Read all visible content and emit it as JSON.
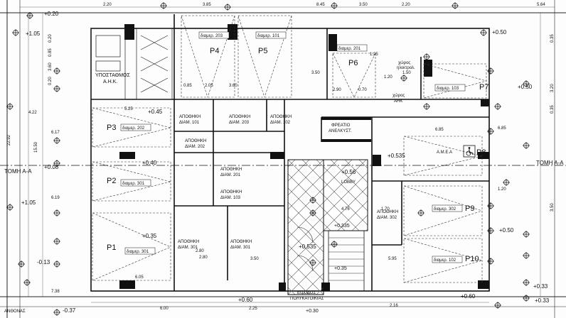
{
  "levels": {
    "top_left": "+0.20",
    "north_left": "+1.05",
    "p3_left": "+0.45",
    "p2_left": "+0.40",
    "left_a": "+0.08",
    "left_mid": "+1.05",
    "p1_left": "+0.35",
    "left_bottom": "-0.13",
    "bottom_left": "-0.37",
    "entrance_bottom": "+0.60",
    "stair_mid": "+0.535",
    "p8_left": "+0.535",
    "lobby": "+0.56",
    "p7_right": "+0.50",
    "top_right": "+0.50",
    "p9_right": "+0.50",
    "entrance_right": "+0.60",
    "right_bottom": "+0.33",
    "right_bottom2": "+0.33",
    "lobby_mid": "+0.335",
    "bottom_mid": "+0.30",
    "stair_low": "+0.35"
  },
  "section_label": "ΤΟΜΗ Α-Α",
  "section_label_right": "ΤΟΜΗ Α-Α",
  "street_label": "ΑΝΘΟΝΑΣ",
  "substation": {
    "line1": "ΥΠΟΣΤΑΘΜΟΣ",
    "line2": "Α.Η.Κ."
  },
  "elec_room": {
    "line1": "χώρος",
    "line2": "ηλεκτρολ."
  },
  "ahk_room": {
    "line1": "χώρος",
    "line2": "ΑΗΚ"
  },
  "water_tank": {
    "line1": "ΦΡΕΑΤΙΟ",
    "line2": "ΑΝΕΛΚΥΣΤ."
  },
  "lobby_label": "LOBBY",
  "entrance": {
    "line1": "ΕΙΣΟΔΟΣ",
    "line2": "ΠΟΛΥΚΑΤΟΙΚΙΑΣ"
  },
  "accessible": "Α.Μ.Ε.Α",
  "parkings": [
    {
      "id": "P1",
      "tag": "διαμερ. 301"
    },
    {
      "id": "P2",
      "tag": "διαμερ. 301"
    },
    {
      "id": "P3",
      "tag": "διαμερ. 202"
    },
    {
      "id": "P4",
      "tag": "διαμερ. 203"
    },
    {
      "id": "P5",
      "tag": "διαμερ. 101"
    },
    {
      "id": "P6",
      "tag": "διαμερ. 201"
    },
    {
      "id": "P7",
      "tag": "διαμερ. 103"
    },
    {
      "id": "P8",
      "tag": ""
    },
    {
      "id": "P9",
      "tag": "διαμερ. 302"
    },
    {
      "id": "P10",
      "tag": "διαμερ. 102"
    }
  ],
  "storages": [
    {
      "line1": "ΑΠΟΘΗΚΗ",
      "line2": "ΔΙΑΜ. 101"
    },
    {
      "line1": "ΑΠΟΘΗΚΗ",
      "line2": "ΔΙΑΜ. 203"
    },
    {
      "line1": "ΑΠΟΘΗΚΗ",
      "line2": "ΔΙΑΜ. 102"
    },
    {
      "line1": "ΑΠΟΘΗΚΗ",
      "line2": "ΔΙΑΜ. 202"
    },
    {
      "line1": "ΑΠΟΘΗΚΗ",
      "line2": "ΔΙΑΜ. 201"
    },
    {
      "line1": "ΑΠΟΘΗΚΗ",
      "line2": "ΔΙΑΜ. 103"
    },
    {
      "line1": "ΑΠΟΘΗΚΗ",
      "line2": "ΔΙΑΜ. 301"
    },
    {
      "line1": "ΑΠΟΘΗΚΗ",
      "line2": "ΔΙΑΜ. 301"
    },
    {
      "line1": "ΑΠΟΘΗΚΗ",
      "line2": "ΔΙΑΜ. 302"
    }
  ],
  "dims": {
    "top": [
      "2.20",
      "3.85",
      "8.45",
      "3.50",
      "2.20",
      "5.64"
    ],
    "left": [
      "0.20",
      "0.85",
      "3.60",
      "0.20",
      "4.22",
      "5.25",
      "6.17",
      "15.50",
      "22.92",
      "6.19",
      "2.80",
      "6.05",
      "7.38"
    ],
    "right": [
      "0.35",
      "3.20",
      "0.35",
      "6.85",
      "1.20",
      "3.50"
    ],
    "inner": [
      "2.05",
      "3.60",
      "3.50",
      "0.85",
      "2.90",
      "0.70",
      "1.25",
      "1.20",
      "1.50",
      "4.76",
      "1.70",
      "5.95",
      "2.25",
      "6.00",
      "2.16",
      "6.85",
      "3.50",
      "2.80"
    ]
  }
}
